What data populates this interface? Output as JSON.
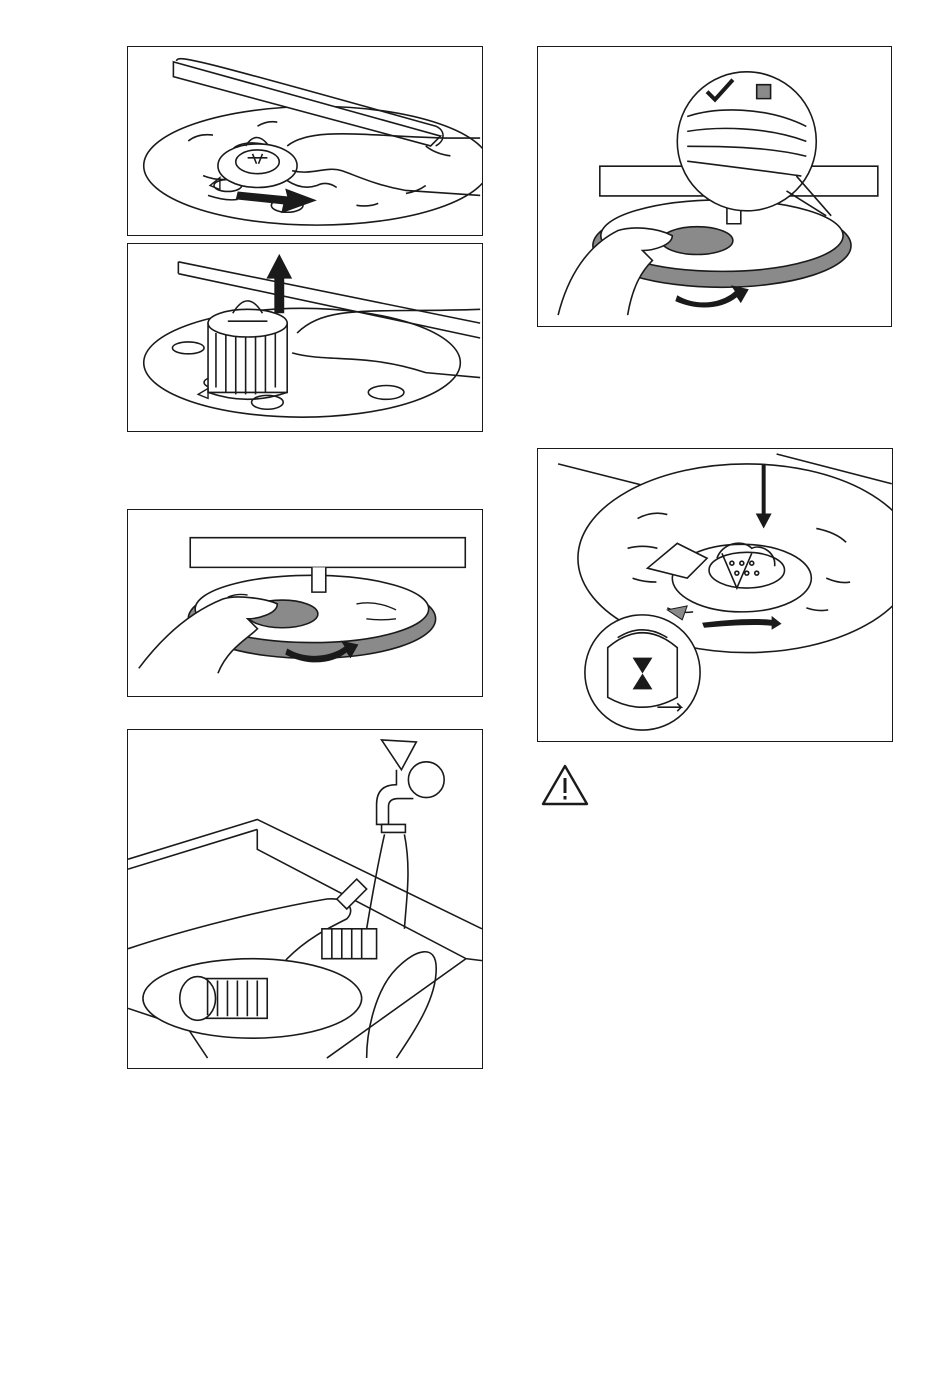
{
  "page": {
    "background": "#ffffff",
    "line_color": "#1a1a1a",
    "seal_color": "#8a8a8a"
  },
  "figures": [
    {
      "id": "fig-1",
      "icon": "turn-filter-counterclockwise-illustration"
    },
    {
      "id": "fig-2",
      "icon": "lift-filter-out-illustration"
    },
    {
      "id": "fig-3",
      "icon": "remove-flat-filter-illustration"
    },
    {
      "id": "fig-4",
      "icon": "rinse-filters-under-tap-illustration"
    },
    {
      "id": "fig-5",
      "icon": "reinstall-flat-filter-check-illustration"
    },
    {
      "id": "fig-6",
      "icon": "insert-and-lock-filter-illustration"
    }
  ],
  "warning": {
    "icon": "warning-triangle-icon"
  }
}
